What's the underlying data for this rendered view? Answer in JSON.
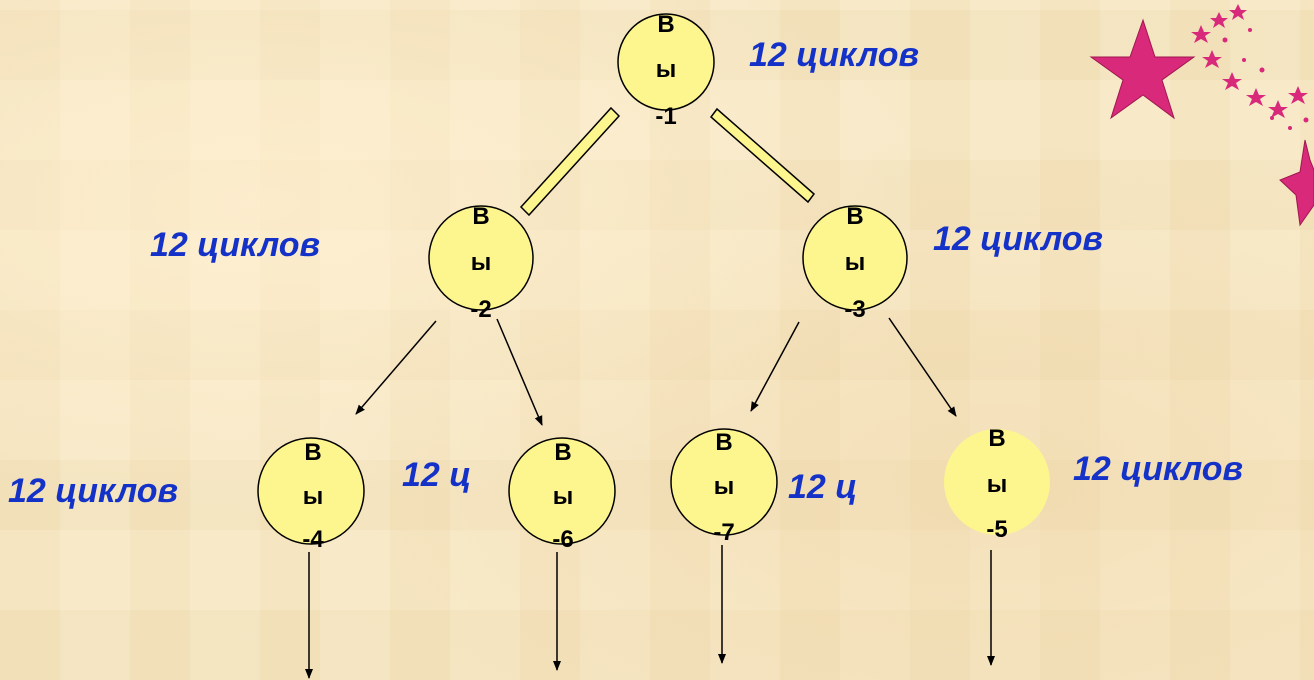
{
  "nodes": [
    {
      "id": "n1",
      "lines": [
        "В",
        "ы",
        "-1"
      ]
    },
    {
      "id": "n2",
      "lines": [
        "В",
        "ы",
        "-2"
      ]
    },
    {
      "id": "n3",
      "lines": [
        "В",
        "ы",
        "-3"
      ]
    },
    {
      "id": "n4",
      "lines": [
        "В",
        "ы",
        "-4"
      ]
    },
    {
      "id": "n6",
      "lines": [
        "В",
        "ы",
        "-6"
      ]
    },
    {
      "id": "n7",
      "lines": [
        "В",
        "ы",
        "-7"
      ]
    },
    {
      "id": "n5",
      "lines": [
        "В",
        "ы",
        "-5"
      ]
    }
  ],
  "cycle_labels": {
    "n1": "12 циклов",
    "n2": "12 циклов",
    "n3": "12 циклов",
    "n4": "12 циклов",
    "n6": "12 ц",
    "n7": "12 ц",
    "n5": "12 циклов"
  },
  "colors": {
    "node_fill": "#fdf58e",
    "node_stroke": "#000000",
    "label_color": "#1432c8",
    "star_color": "#d8297a"
  },
  "decoration": "pink-stars-icon"
}
